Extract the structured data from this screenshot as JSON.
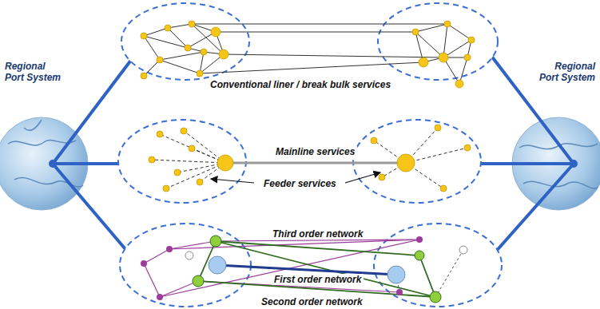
{
  "diagram": {
    "nodes": [
      {
        "text": [
          "Regional Port System"
        ]
      },
      {
        "text": [
          "Regional Port System"
        ]
      }
    ],
    "labels": [
      "Conventional liner / break bulk services",
      "Mainline services",
      "Feeder services",
      "Third order network",
      "First order network",
      "Second order network"
    ]
  }
}
